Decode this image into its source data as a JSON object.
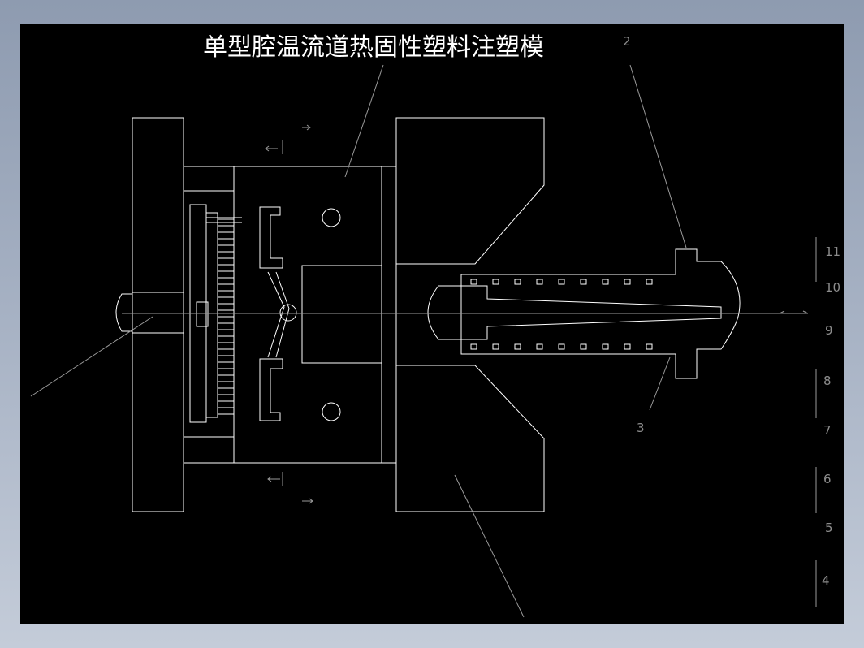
{
  "drawing": {
    "title": "单型腔温流道热固性塑料注塑模",
    "part_numbers": [
      "2",
      "3",
      "11",
      "10",
      "9",
      "8",
      "7",
      "6",
      "5",
      "4"
    ]
  },
  "colors": {
    "background": "#000000",
    "lines": "#ffffff",
    "labels": "#8c8c8c",
    "frame": "#a7b2c4"
  }
}
